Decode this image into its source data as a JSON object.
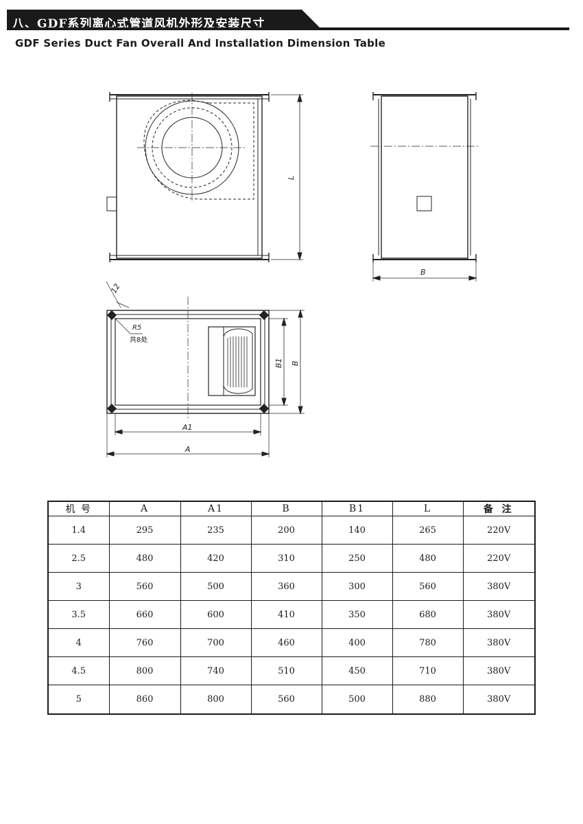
{
  "header": {
    "title": "八、GDF系列离心式管道风机外形及安装尺寸",
    "subtitle": "GDF  Series Duct Fan Overall And Installation Dimension Table"
  },
  "drawing": {
    "label_L": "L",
    "label_B_side": "B",
    "label_12": "12",
    "label_R5": "R5",
    "label_holes": "共8处",
    "label_B1": "B1",
    "label_B_plan": "B",
    "label_A1": "A1",
    "label_A": "A"
  },
  "table": {
    "headers": [
      "机 号",
      "A",
      "A1",
      "B",
      "B1",
      "L",
      "备 注"
    ],
    "rows": [
      [
        "1.4",
        "295",
        "235",
        "200",
        "140",
        "265",
        "220V"
      ],
      [
        "2.5",
        "480",
        "420",
        "310",
        "250",
        "480",
        "220V"
      ],
      [
        "3",
        "560",
        "500",
        "360",
        "300",
        "560",
        "380V"
      ],
      [
        "3.5",
        "660",
        "600",
        "410",
        "350",
        "680",
        "380V"
      ],
      [
        "4",
        "760",
        "700",
        "460",
        "400",
        "780",
        "380V"
      ],
      [
        "4.5",
        "800",
        "740",
        "510",
        "450",
        "710",
        "380V"
      ],
      [
        "5",
        "860",
        "800",
        "560",
        "500",
        "880",
        "380V"
      ]
    ]
  }
}
